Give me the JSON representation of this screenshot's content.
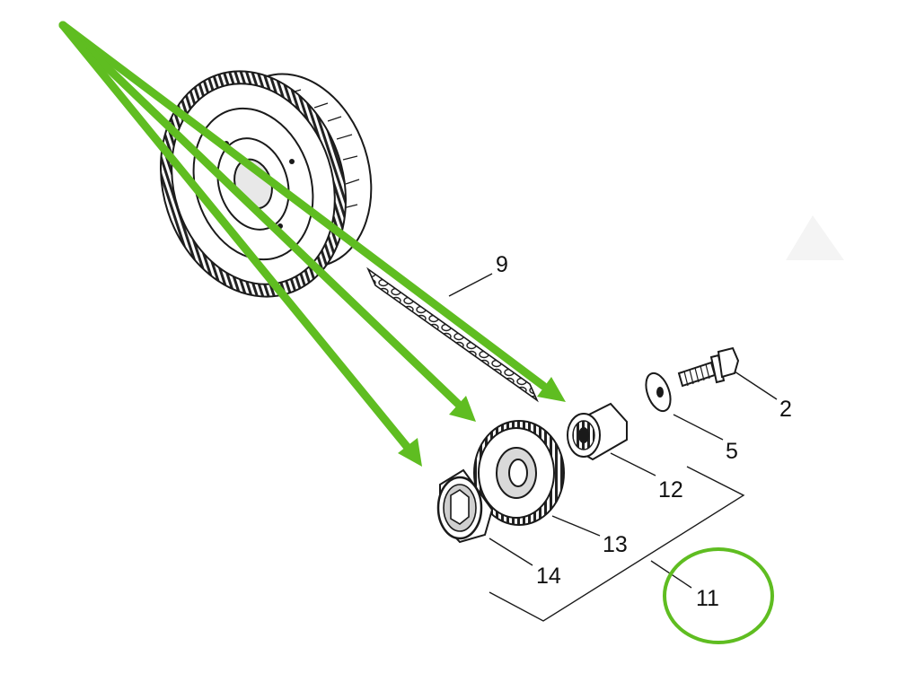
{
  "diagram": {
    "callouts": {
      "c9": "9",
      "c2": "2",
      "c5": "5",
      "c12": "12",
      "c13": "13",
      "c14": "14",
      "c11": "11"
    },
    "annotation_color": "#5fbd21",
    "line_color": "#1a1a1a"
  }
}
